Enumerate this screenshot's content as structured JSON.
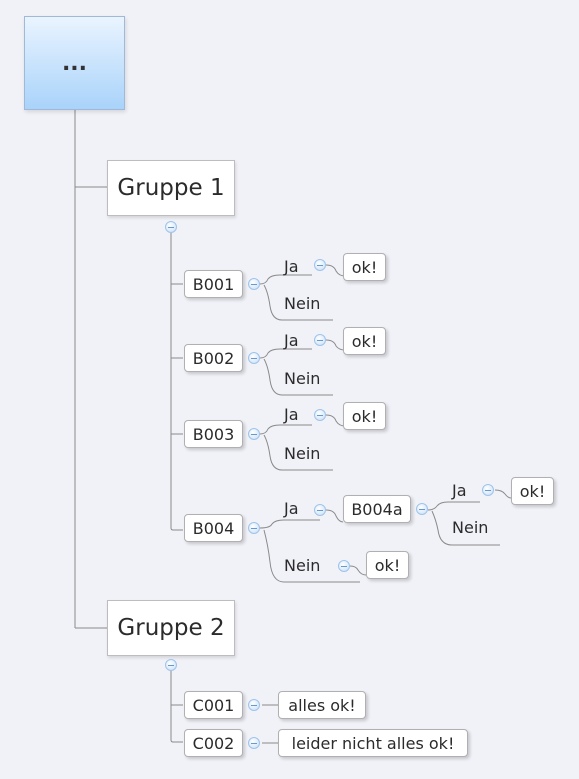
{
  "root": {
    "label": "..."
  },
  "groups": [
    {
      "label": "Gruppe 1",
      "items": [
        {
          "label": "B001",
          "ja": "Ja",
          "ja_result": "ok!",
          "nein": "Nein"
        },
        {
          "label": "B002",
          "ja": "Ja",
          "ja_result": "ok!",
          "nein": "Nein"
        },
        {
          "label": "B003",
          "ja": "Ja",
          "ja_result": "ok!",
          "nein": "Nein"
        },
        {
          "label": "B004",
          "ja": "Ja",
          "ja_node": "B004a",
          "sub": {
            "ja": "Ja",
            "ja_result": "ok!",
            "nein": "Nein"
          },
          "nein": "Nein",
          "nein_result": "ok!"
        }
      ]
    },
    {
      "label": "Gruppe 2",
      "items": [
        {
          "label": "C001",
          "result": "alles ok!"
        },
        {
          "label": "C002",
          "result": "leider nicht alles ok!"
        }
      ]
    }
  ],
  "colors": {
    "connector": "#8a8a8a",
    "root_top": "#eaf4ff",
    "root_bottom": "#a9d3fa",
    "collapse_border": "#9fc3ea"
  }
}
